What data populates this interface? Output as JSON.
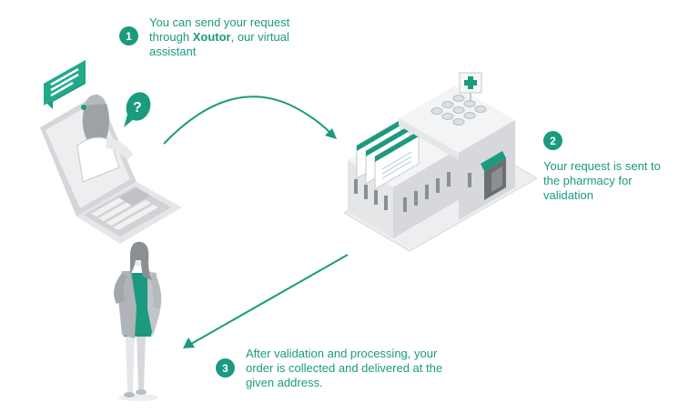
{
  "steps": [
    {
      "number": "1",
      "text_before": "You can send your request through ",
      "text_bold": "Xoutor",
      "text_after": ", our virtual assistant"
    },
    {
      "number": "2",
      "text": "Your request is sent to the pharmacy for validation"
    },
    {
      "number": "3",
      "text": "After validation and processing, your order is collected and delivered at the given address."
    }
  ],
  "colors": {
    "accent": "#1a9a7e",
    "light_gray": "#e6e7e9",
    "mid_gray": "#c8cacd",
    "dark_gray": "#6b6f73"
  },
  "icons": [
    "laptop-assistant-illustration",
    "chat-bubble-icon",
    "question-bubble-icon",
    "pharmacy-building-illustration",
    "medical-cross-icon",
    "woman-figure-illustration",
    "flow-arrow"
  ]
}
